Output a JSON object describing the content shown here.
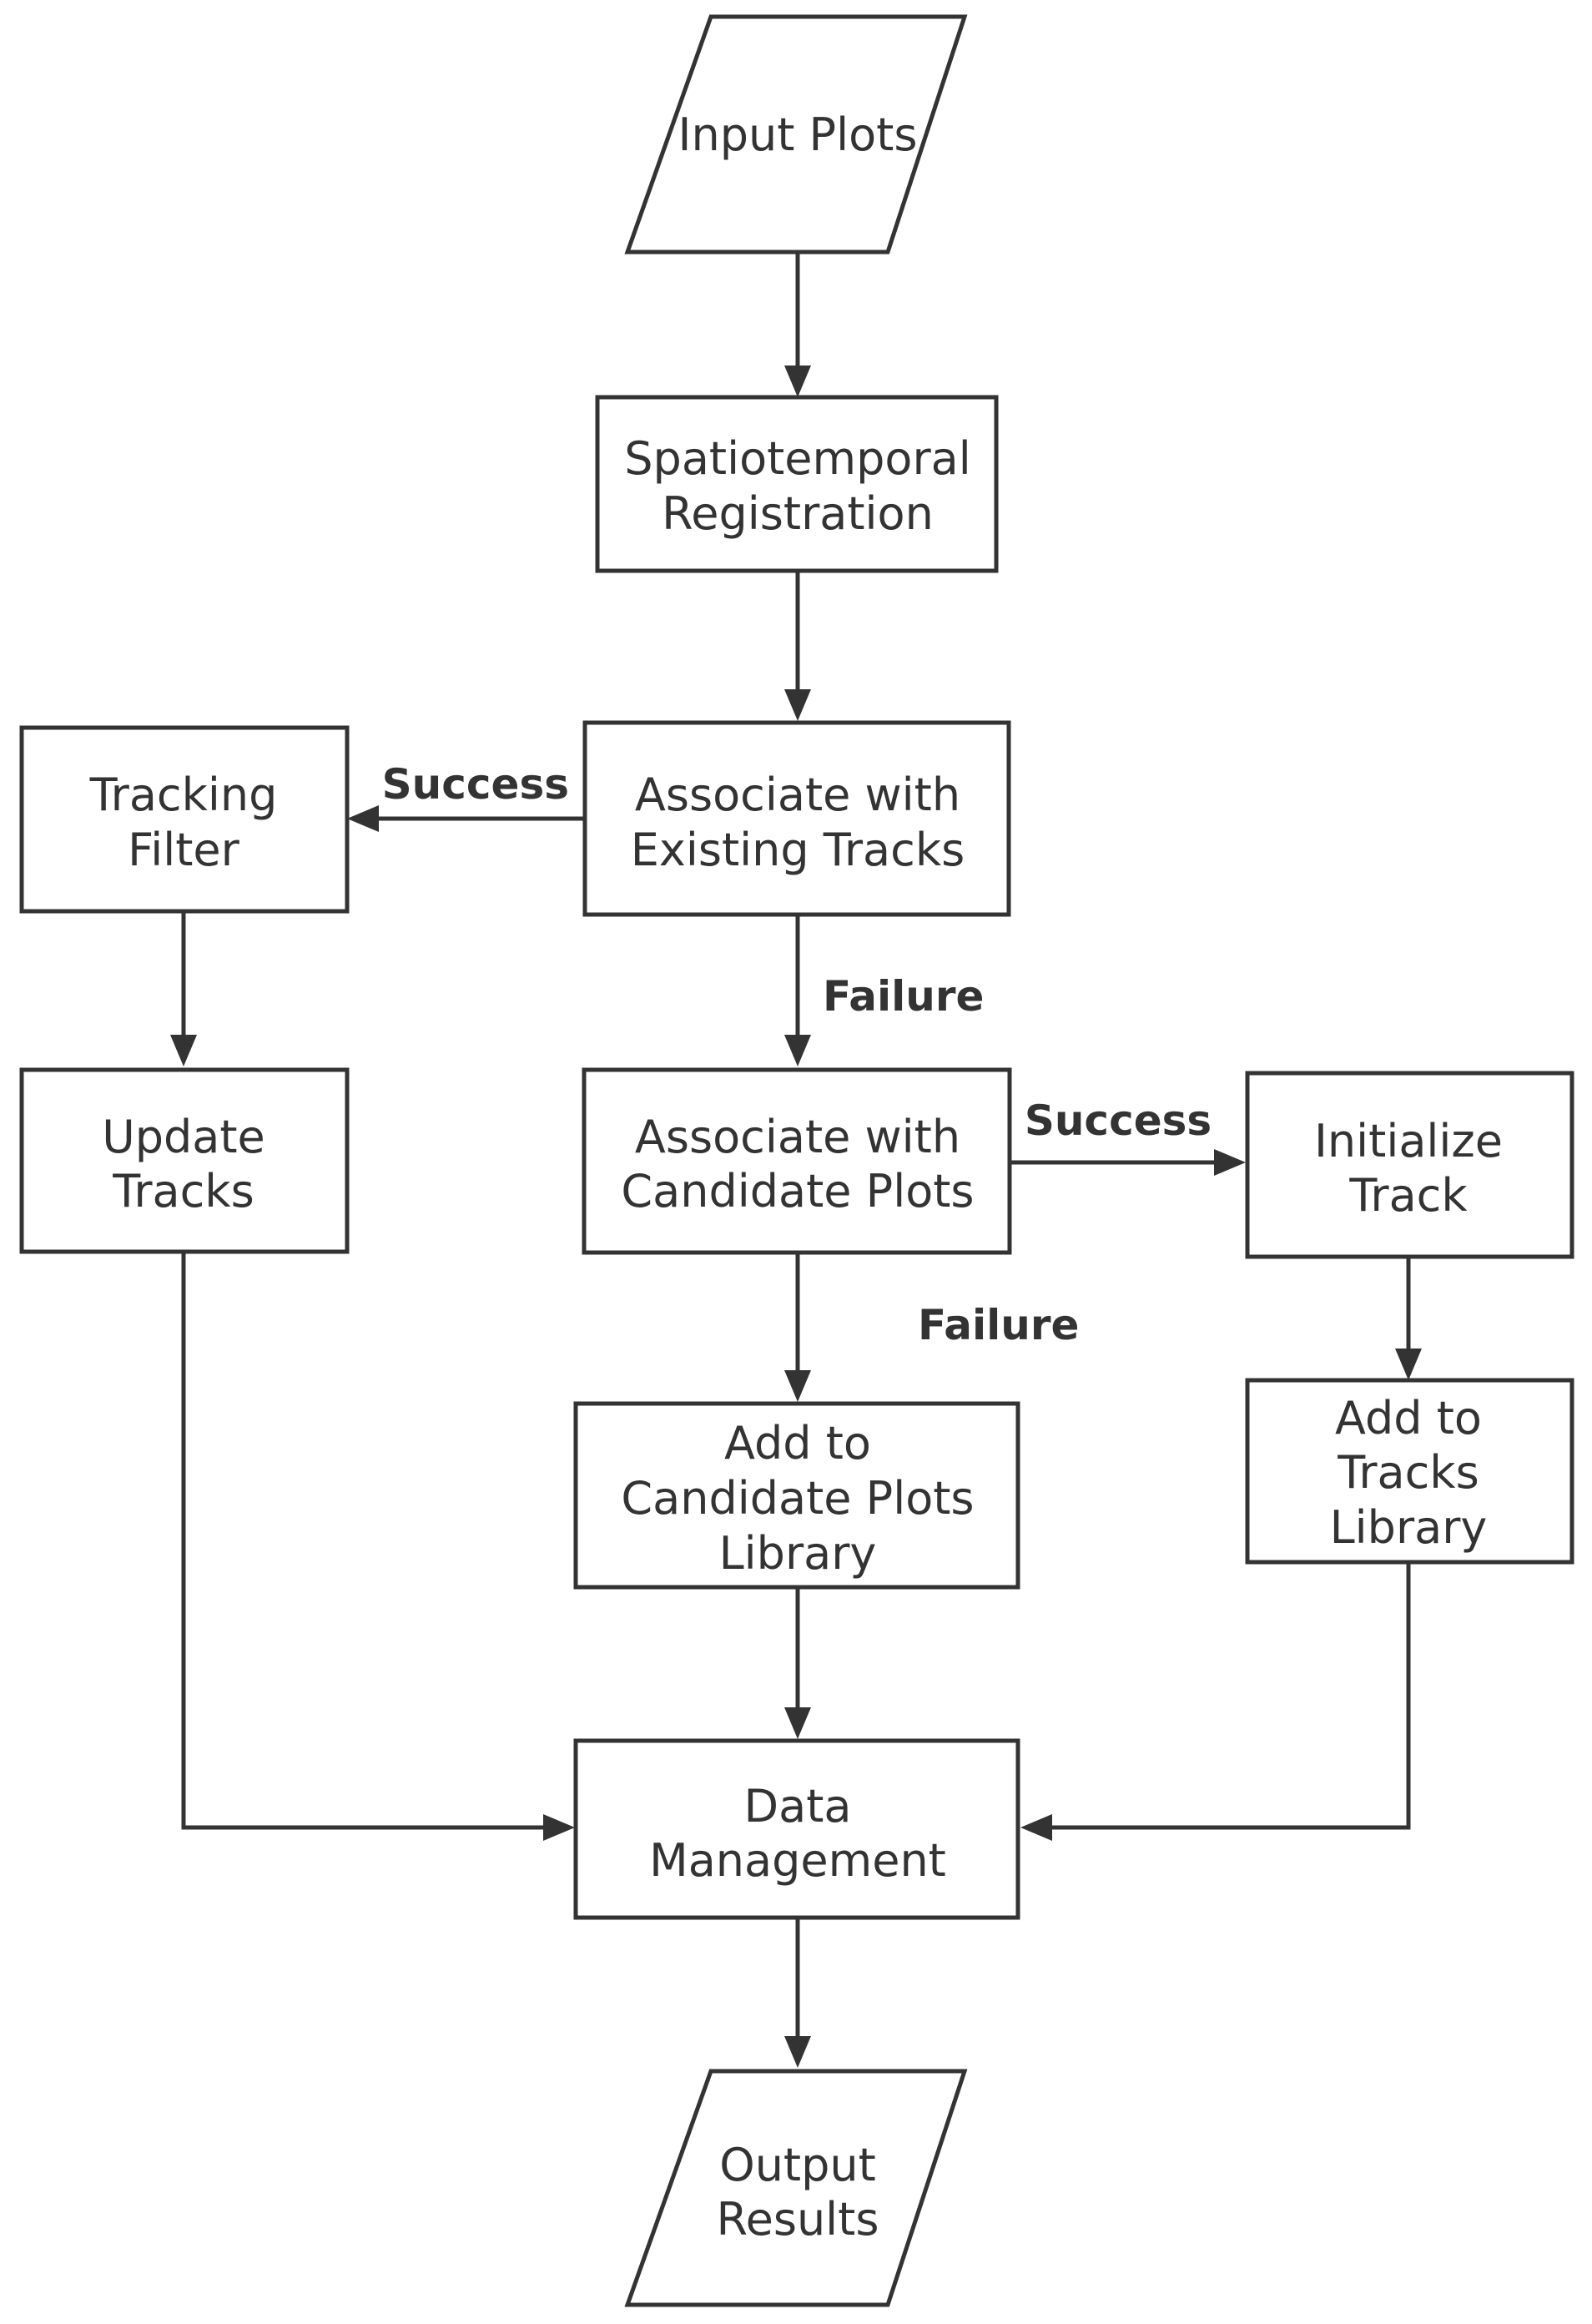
{
  "colors": {
    "stroke": "#333333",
    "fill": "#ffffff",
    "text": "#333333",
    "background": "#ffffff"
  },
  "nodes": {
    "input_plots": {
      "shape": "parallelogram",
      "lines": [
        "Input Plots"
      ]
    },
    "spatiotemporal_registration": {
      "shape": "rectangle",
      "lines": [
        "Spatiotemporal",
        "Registration"
      ]
    },
    "associate_existing": {
      "shape": "rectangle",
      "lines": [
        "Associate with",
        "Existing Tracks"
      ]
    },
    "tracking_filter": {
      "shape": "rectangle",
      "lines": [
        "Tracking",
        "Filter"
      ]
    },
    "update_tracks": {
      "shape": "rectangle",
      "lines": [
        "Update",
        "Tracks"
      ]
    },
    "associate_candidate": {
      "shape": "rectangle",
      "lines": [
        "Associate with",
        "Candidate Plots"
      ]
    },
    "initialize_track": {
      "shape": "rectangle",
      "lines": [
        "Initialize",
        "Track"
      ]
    },
    "add_candidate_library": {
      "shape": "rectangle",
      "lines": [
        "Add to",
        "Candidate Plots",
        "Library"
      ]
    },
    "add_tracks_library": {
      "shape": "rectangle",
      "lines": [
        "Add to",
        "Tracks",
        "Library"
      ]
    },
    "data_management": {
      "shape": "rectangle",
      "lines": [
        "Data",
        "Management"
      ]
    },
    "output_results": {
      "shape": "parallelogram",
      "lines": [
        "Output",
        "Results"
      ]
    }
  },
  "edges": {
    "input_to_registration": {
      "from": "Input Plots",
      "to": "Spatiotemporal Registration",
      "label": ""
    },
    "registration_to_associate_existing": {
      "from": "Spatiotemporal Registration",
      "to": "Associate with Existing Tracks",
      "label": ""
    },
    "associate_existing_to_tracking_filter": {
      "from": "Associate with Existing Tracks",
      "to": "Tracking Filter",
      "label": "Success"
    },
    "associate_existing_to_associate_candidate": {
      "from": "Associate with Existing Tracks",
      "to": "Associate with Candidate Plots",
      "label": "Failure"
    },
    "tracking_filter_to_update_tracks": {
      "from": "Tracking Filter",
      "to": "Update Tracks",
      "label": ""
    },
    "associate_candidate_to_initialize": {
      "from": "Associate with Candidate Plots",
      "to": "Initialize Track",
      "label": "Success"
    },
    "associate_candidate_to_add_candidate": {
      "from": "Associate with Candidate Plots",
      "to": "Add to Candidate Plots Library",
      "label": "Failure"
    },
    "initialize_to_add_tracks": {
      "from": "Initialize Track",
      "to": "Add to Tracks Library",
      "label": ""
    },
    "update_tracks_to_data_management": {
      "from": "Update Tracks",
      "to": "Data Management",
      "label": ""
    },
    "add_candidate_to_data_management": {
      "from": "Add to Candidate Plots Library",
      "to": "Data Management",
      "label": ""
    },
    "add_tracks_to_data_management": {
      "from": "Add to Tracks Library",
      "to": "Data Management",
      "label": ""
    },
    "data_management_to_output": {
      "from": "Data Management",
      "to": "Output Results",
      "label": ""
    }
  }
}
